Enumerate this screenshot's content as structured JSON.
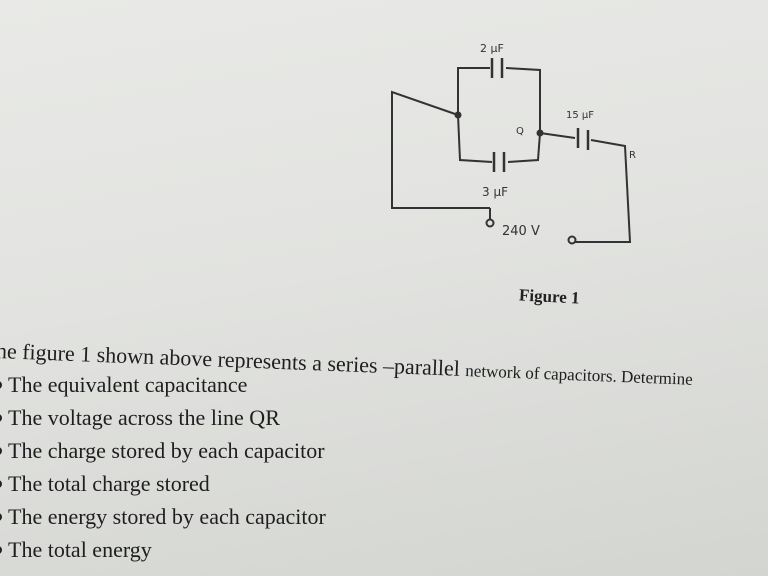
{
  "figure": {
    "caption": "Figure 1",
    "labels": {
      "c1": "2 μF",
      "c2": "3 μF",
      "c3": "15 μF",
      "node_q": "Q",
      "node_r": "R",
      "source": "240 V"
    }
  },
  "problem": {
    "intro_main": "he figure 1 shown above represents a series –parallel ",
    "intro_tail": "network of capacitors. Determine",
    "items": [
      "The equivalent capacitance",
      "The voltage across  the line QR",
      "The charge stored by each capacitor",
      "The total charge stored",
      "The energy stored by each capacitor",
      "The total energy"
    ]
  }
}
